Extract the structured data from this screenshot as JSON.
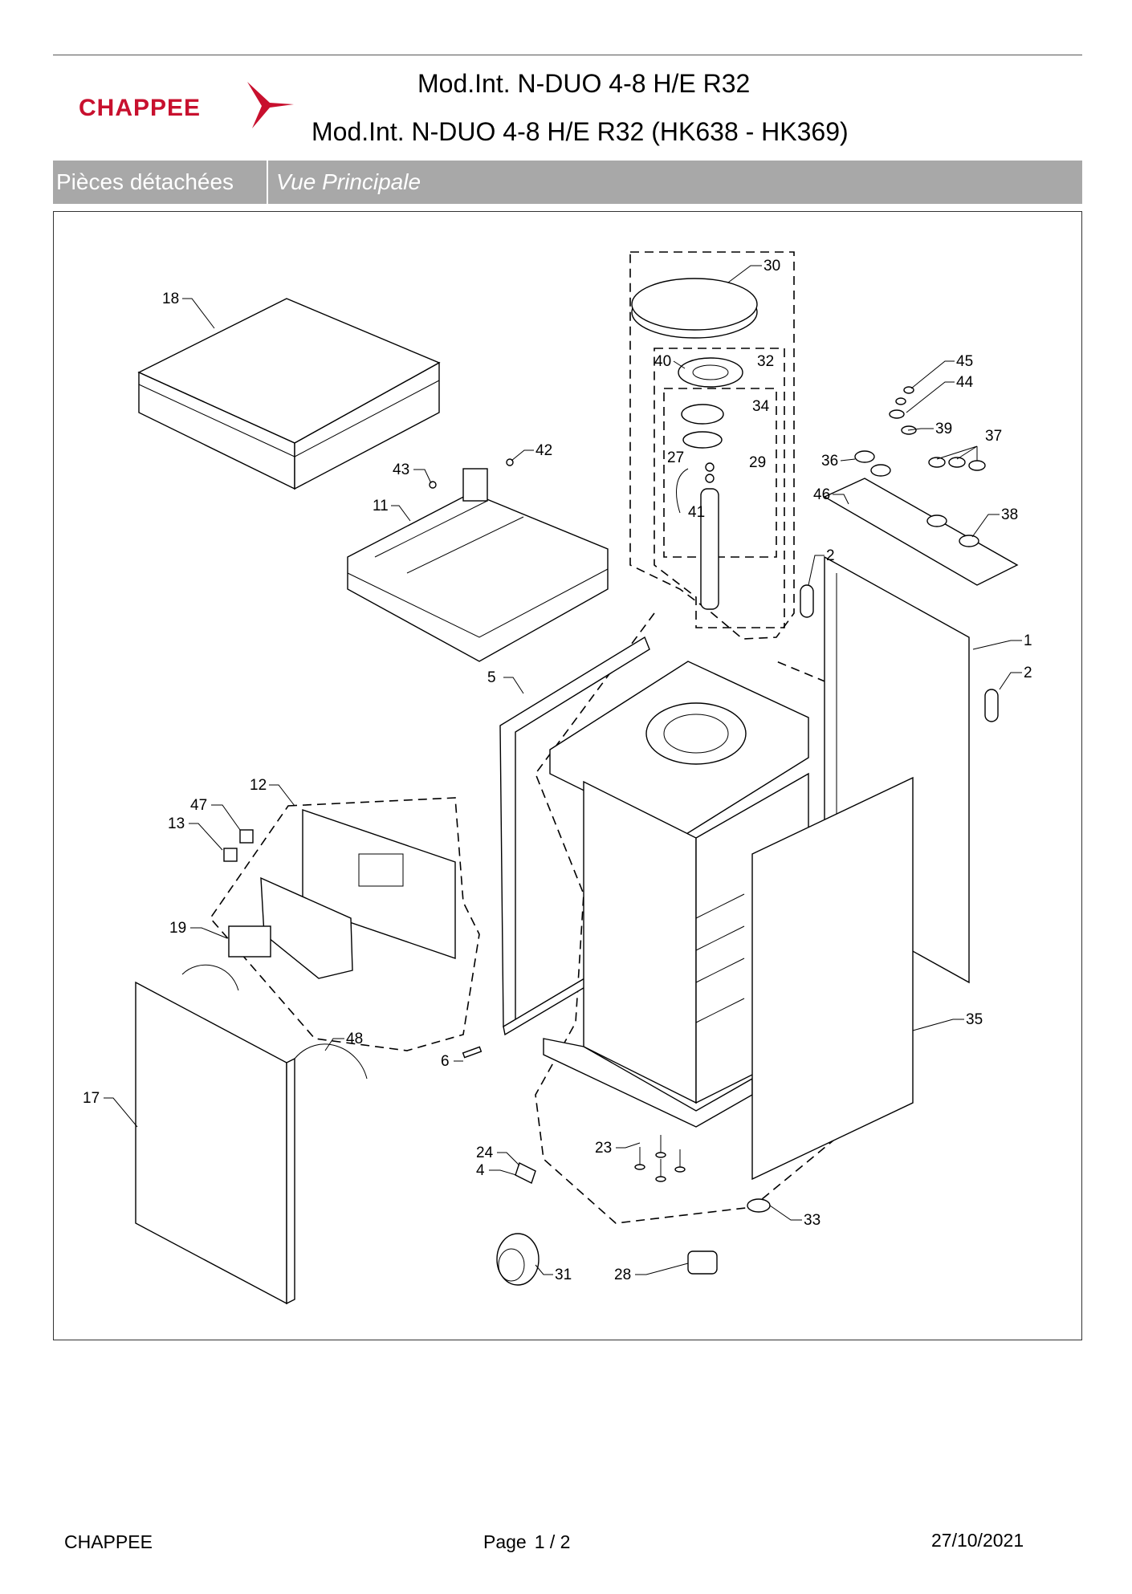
{
  "header": {
    "brand": "CHAPPEE",
    "title_line1": "Mod.Int. N-DUO 4-8 H/E R32",
    "title_line2": "Mod.Int. N-DUO 4-8 H/E R32 (HK638 - HK369)"
  },
  "section_bar": {
    "label": "Pièces détachées",
    "view": "Vue Principale"
  },
  "diagram": {
    "part_labels": [
      "1",
      "2",
      "2",
      "4",
      "5",
      "6",
      "11",
      "12",
      "13",
      "17",
      "18",
      "19",
      "23",
      "24",
      "27",
      "28",
      "29",
      "30",
      "31",
      "32",
      "33",
      "34",
      "35",
      "36",
      "37",
      "38",
      "39",
      "40",
      "41",
      "42",
      "43",
      "44",
      "45",
      "46",
      "47",
      "48"
    ]
  },
  "footer": {
    "company": "CHAPPEE",
    "page_label": "Page",
    "page_number": "1 / 2",
    "date": "27/10/2021"
  },
  "colors": {
    "brand_red": "#c8102e",
    "bar_gray": "#a8a8a8"
  }
}
